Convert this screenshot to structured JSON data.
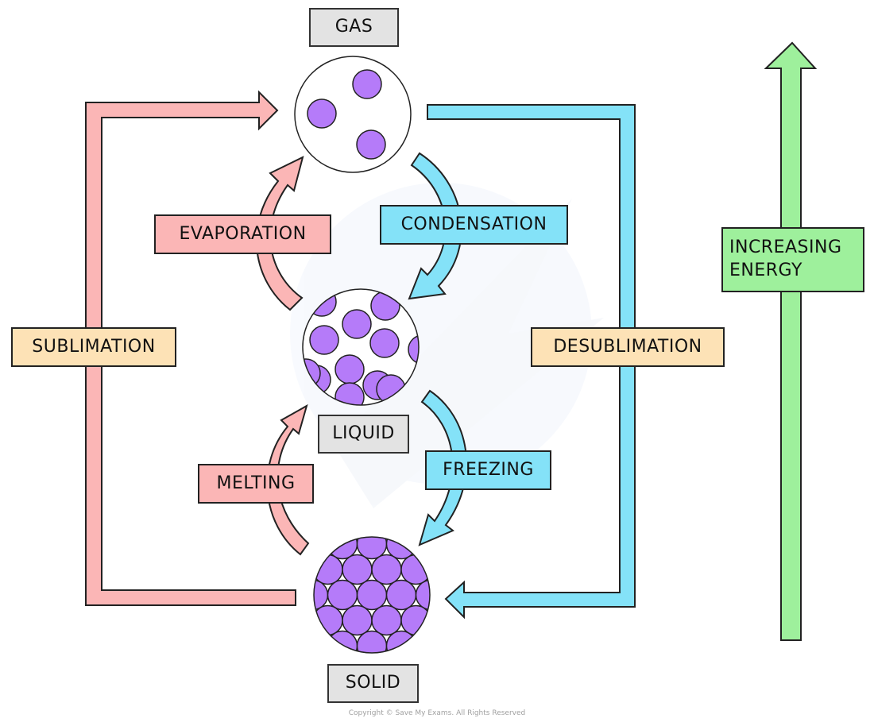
{
  "title": "States of matter and changes of state",
  "states": {
    "gas": {
      "label": "GAS",
      "particle_arrangement": "few, widely spaced particles"
    },
    "liquid": {
      "label": "LIQUID",
      "particle_arrangement": "close together, randomly arranged particles"
    },
    "solid": {
      "label": "SOLID",
      "particle_arrangement": "tightly packed, regular arrangement"
    }
  },
  "processes": {
    "evaporation": {
      "label": "EVAPORATION",
      "from": "liquid",
      "to": "gas"
    },
    "condensation": {
      "label": "CONDENSATION",
      "from": "gas",
      "to": "liquid"
    },
    "melting": {
      "label": "MELTING",
      "from": "solid",
      "to": "liquid"
    },
    "freezing": {
      "label": "FREEZING",
      "from": "liquid",
      "to": "solid"
    },
    "sublimation": {
      "label": "SUBLIMATION",
      "from": "solid",
      "to": "gas"
    },
    "desublimation": {
      "label": "DESUBLIMATION",
      "from": "gas",
      "to": "solid"
    }
  },
  "energy_arrow": {
    "label_line1": "INCREASING",
    "label_line2": "ENERGY",
    "direction": "up"
  },
  "colors": {
    "energy_increase_arrow": "#fbb6b6",
    "energy_decrease_arrow": "#84e2f8",
    "sublimation_label": "#fde2b6",
    "energy_arrow": "#9ef09c",
    "particle": "#b57bf9",
    "state_label_bg": "#e3e3e3",
    "outline": "#222222"
  },
  "copyright": "Copyright © Save My Exams. All Rights Reserved"
}
